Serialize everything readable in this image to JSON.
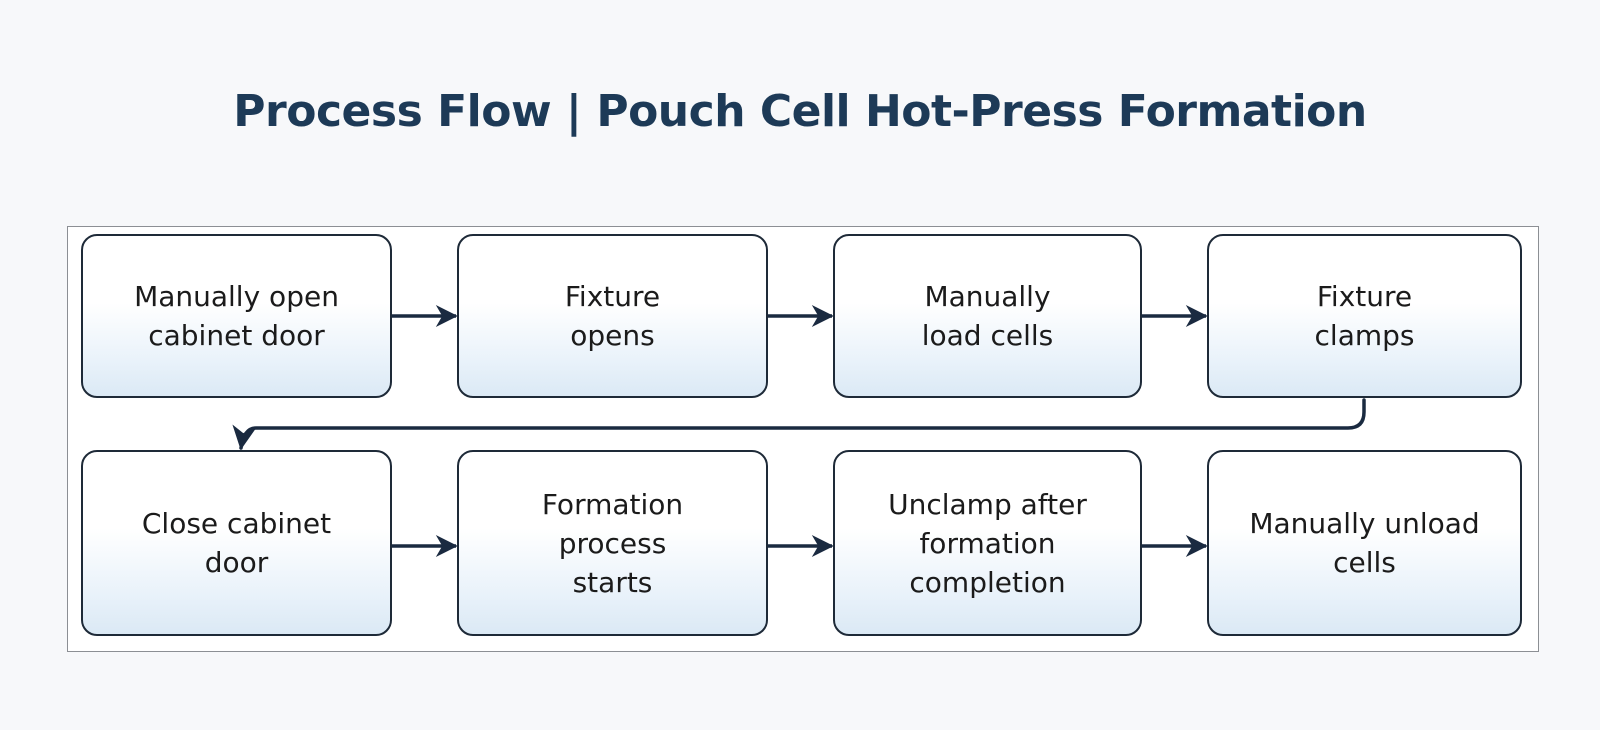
{
  "title": "Process Flow | Pouch Cell Hot-Press Formation",
  "steps": [
    {
      "label": "Manually open cabinet door"
    },
    {
      "label": "Fixture opens"
    },
    {
      "label": "Manually load cells"
    },
    {
      "label": "Fixture clamps"
    },
    {
      "label": "Close cabinet door"
    },
    {
      "label": "Formation process starts"
    },
    {
      "label": "Unclamp after formation completion"
    },
    {
      "label": "Manually unload cells"
    }
  ],
  "colors": {
    "title": "#1d3a57",
    "box_border": "#1e2a38",
    "arrow": "#1a2a40",
    "frame_border": "#8c8f94"
  }
}
